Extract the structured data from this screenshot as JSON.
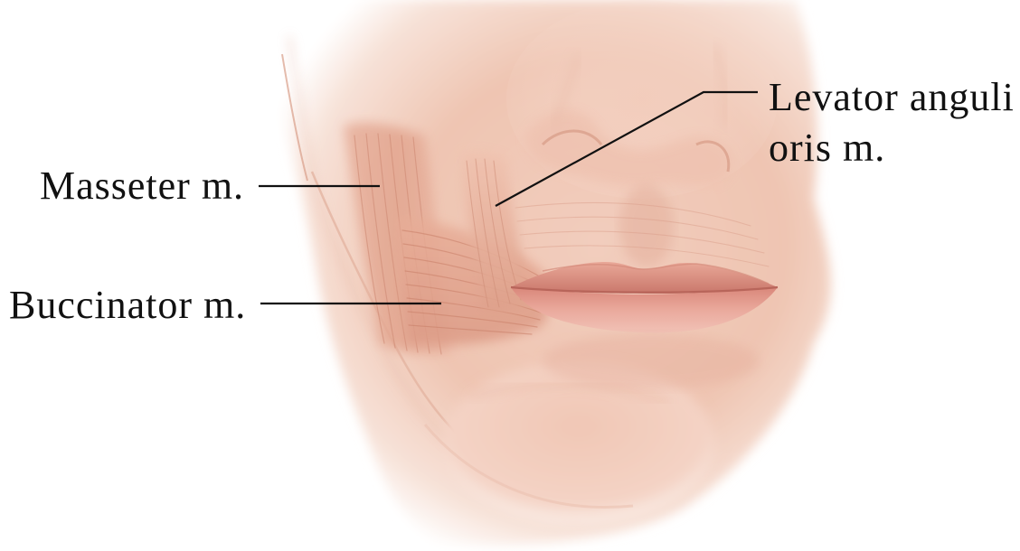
{
  "labels": {
    "masseter": "Masseter m.",
    "buccinator": "Buccinator m.",
    "levator_line1": "Levator anguli",
    "levator_line2": "oris m."
  },
  "colors": {
    "skin_light": "#f6ddd0",
    "skin_mid": "#eab8a2",
    "skin_shadow": "#d9917a",
    "muscle": "#e0a08a",
    "muscle_fiber": "#c97f68",
    "lip": "#e39a8a",
    "lip_dark": "#c56f62",
    "leader_line": "#111111"
  }
}
